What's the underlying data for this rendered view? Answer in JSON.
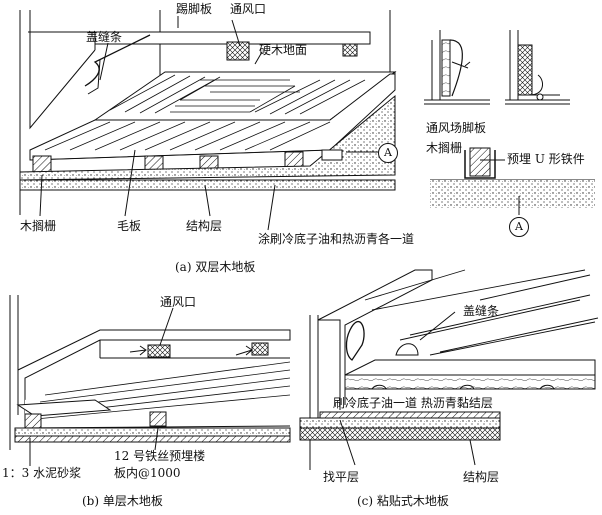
{
  "figure_a": {
    "caption": "(a) 双层木地板",
    "labels": {
      "kick_board": "踢脚板",
      "vent": "通风口",
      "seam_strip": "盖缝条",
      "hardwood_floor": "硬木地面",
      "joist": "木搁栅",
      "sub_board": "毛板",
      "structure_layer": "结构层",
      "coating": "涂刷冷底子油和热沥青各一道"
    },
    "marker_a": "A"
  },
  "detail_a": {
    "labels": {
      "vent_kick_board": "通风场脚板",
      "joist": "木搁栅",
      "u_iron": "预埋 U 形铁件"
    },
    "marker_a": "A"
  },
  "figure_b": {
    "caption": "(b) 单层木地板",
    "labels": {
      "vent": "通风口",
      "mortar": "1：3 水泥砂浆",
      "wire_line1": "12 号铁丝预埋楼",
      "wire_line2": "板内@1000"
    }
  },
  "figure_c": {
    "caption": "(c) 粘贴式木地板",
    "labels": {
      "seam_strip": "盖缝条",
      "adhesive": "刷冷底子油一道  热沥青黏结层",
      "leveling": "找平层",
      "structure_layer": "结构层"
    }
  }
}
